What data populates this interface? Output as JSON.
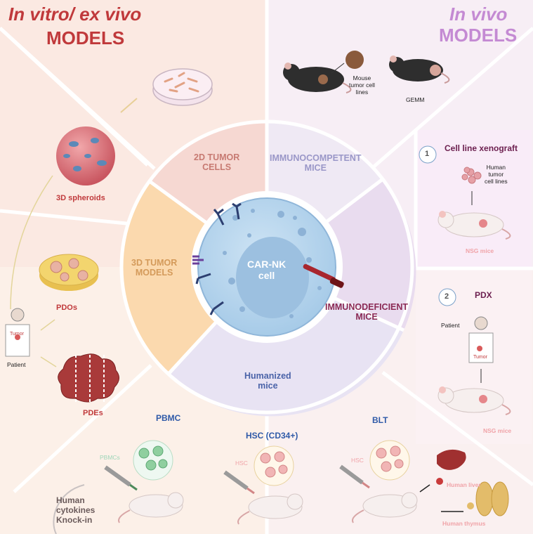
{
  "headers": {
    "left_title_line1": "In vitro/ ex vivo",
    "left_title_line2": "MODELS",
    "right_title_line1": "In vivo",
    "right_title_line2": "MODELS"
  },
  "center": {
    "cell_label": "CAR-NK\ncell"
  },
  "sectors": {
    "tumor_2d": "2D TUMOR\nCELLS",
    "tumor_3d": "3D TUMOR\nMODELS",
    "immunocompetent": "IMMUNOCOMPETENT\nMICE",
    "immunodeficient": "IMMUNODEFICIENT\nMICE",
    "humanized": "Humanized\nmice"
  },
  "in_vitro": {
    "spheroids": "3D spheroids",
    "pdos": "PDOs",
    "pdes": "PDEs",
    "patient": "Patient",
    "tumor": "Tumor"
  },
  "immunocompetent_panel": {
    "mouse_lines": "Mouse\ntumor cell\nlines",
    "gemm": "GEMM"
  },
  "xenograft": {
    "number": "1",
    "title": "Cell line xenograft",
    "human_lines": "Human\ntumor\ncell lines",
    "nsg": "NSG mice"
  },
  "pdx": {
    "number": "2",
    "title": "PDX",
    "patient": "Patient",
    "tumor": "Tumor",
    "nsg": "NSG mice"
  },
  "humanized_panel": {
    "pbmc_title": "PBMC",
    "pbmcs": "PBMCs",
    "hsc_title": "HSC (CD34+)",
    "hsc": "HSC",
    "blt_title": "BLT",
    "blt_hsc": "HSC",
    "liver": "Human liver",
    "thymus": "Human thymus",
    "knockin": "Human\ncytokines\nKnock-in"
  },
  "colors": {
    "left_title": "#c0393b",
    "right_title": "#c48ad3",
    "tumor_2d": "#c77a72",
    "tumor_3d": "#d49a5a",
    "immunocompetent": "#9a97c8",
    "immunodeficient": "#8b2a55",
    "humanized": "#4a63a8",
    "blue_title": "#2f5aa8",
    "faint_pink": "#f0a3a8",
    "faint_green": "#9fd6b9",
    "label_red": "#c0393b",
    "dark_text": "#1f1f1f",
    "purple_text": "#6c1f4f"
  }
}
